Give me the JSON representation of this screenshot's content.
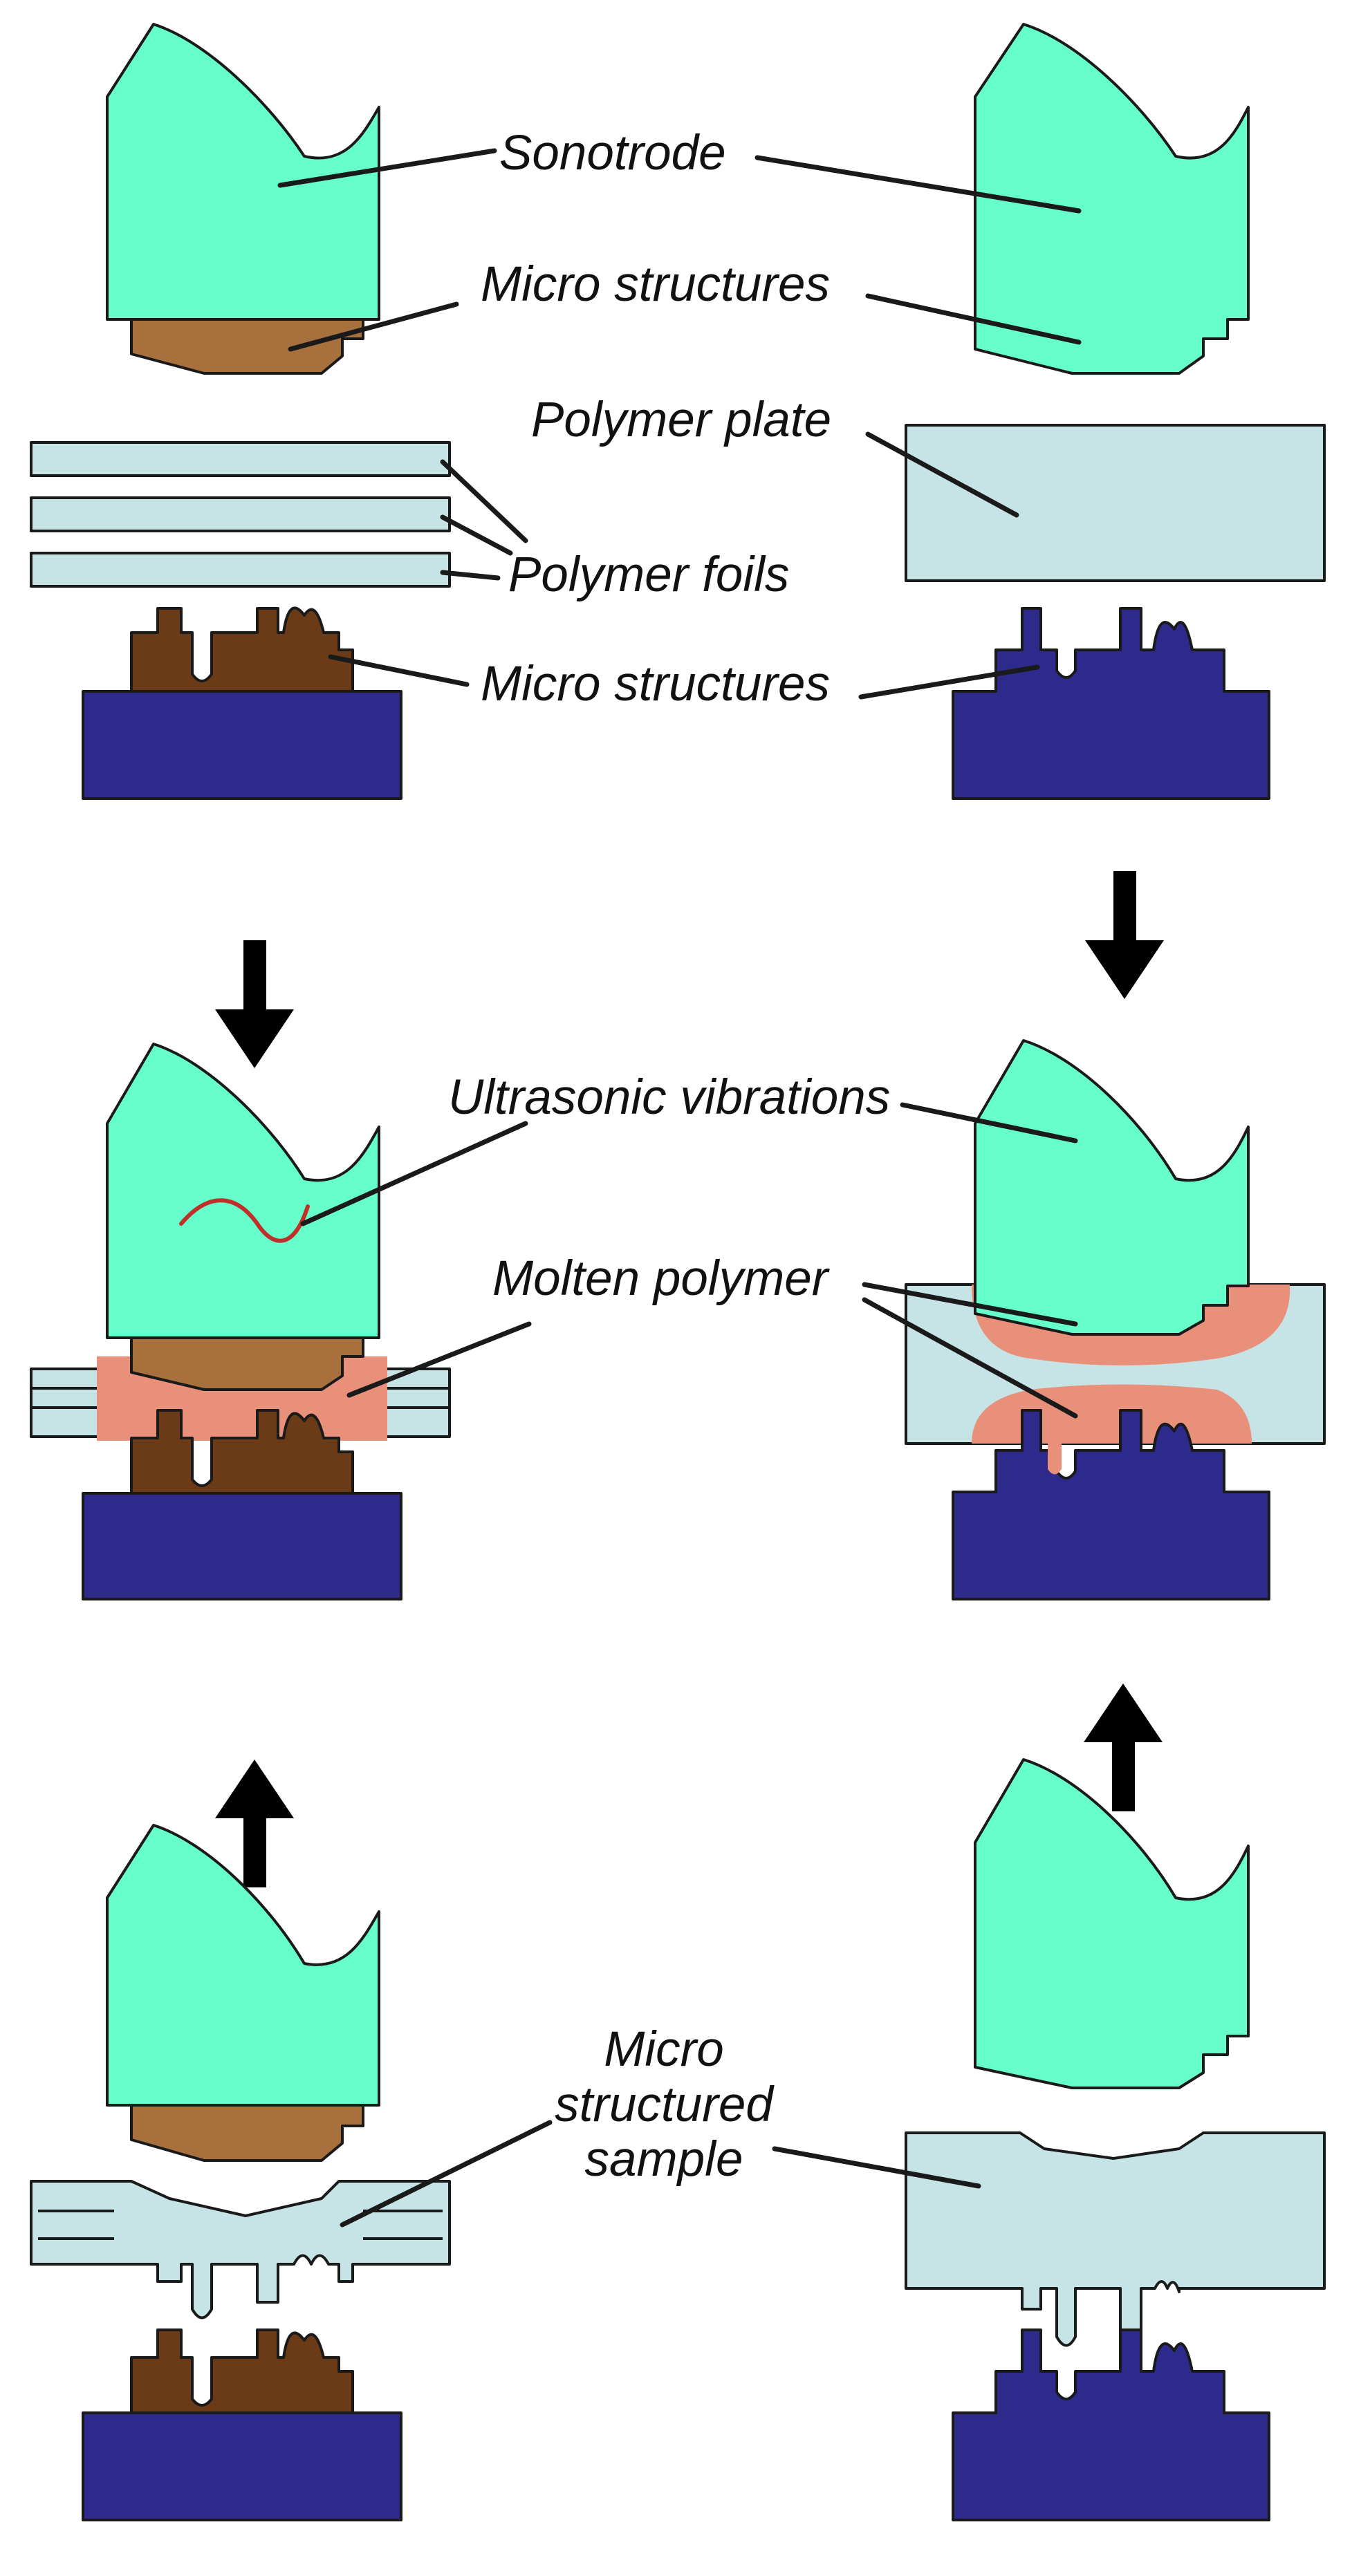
{
  "labels": {
    "sonotrode": "Sonotrode",
    "micro_structures": "Micro structures",
    "polymer_plate": "Polymer plate",
    "polymer_foils": "Polymer foils",
    "ultrasonic_vibrations": "Ultrasonic vibrations",
    "molten_polymer": "Molten polymer",
    "micro_structured_sample_line1": "Micro",
    "micro_structured_sample_line2": "structured",
    "micro_structured_sample_line3": "sample"
  },
  "colors": {
    "sonotrode": "#66ffcc",
    "insert_brown": "#6b3a17",
    "insert_tan": "#a8703c",
    "base_navy": "#2e2a8c",
    "polymer": "#c6e4e6",
    "molten": "#e8907a",
    "wave": "#c0302a",
    "outline": "#1a1a1a",
    "arrow": "#000000"
  },
  "icons": {
    "press_down": "arrow-down-icon",
    "lift_up": "arrow-up-icon"
  }
}
